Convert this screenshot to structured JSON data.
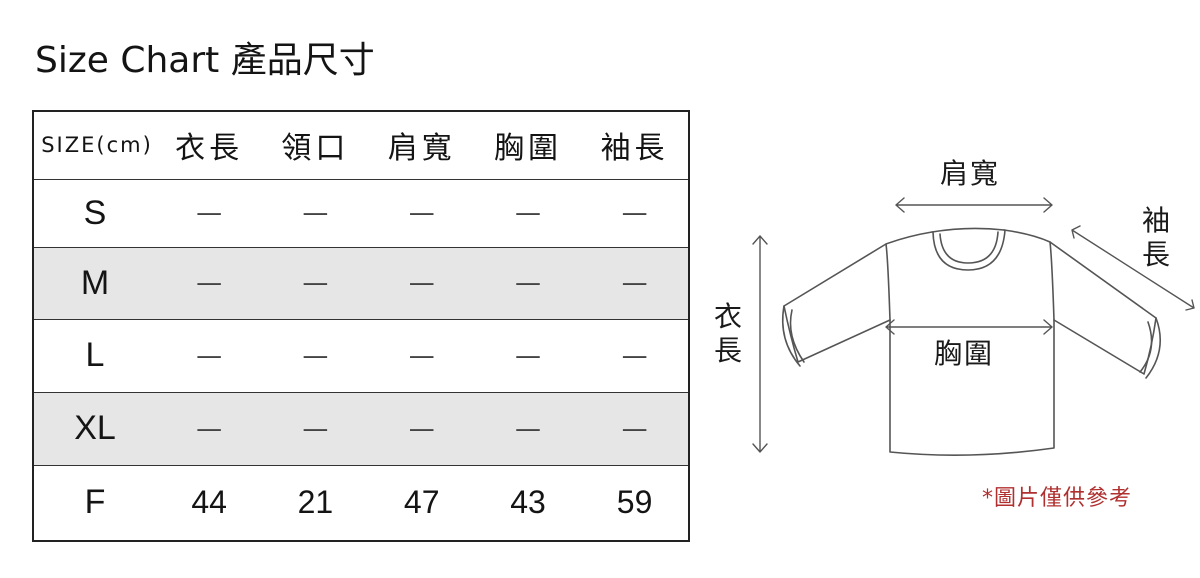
{
  "title": "Size Chart 產品尺寸",
  "table": {
    "headers": [
      "SIZE(cm)",
      "衣長",
      "領口",
      "肩寬",
      "胸圍",
      "袖長"
    ],
    "rows": [
      {
        "size": "S",
        "values": [
          "—",
          "—",
          "—",
          "—",
          "—"
        ]
      },
      {
        "size": "M",
        "values": [
          "—",
          "—",
          "—",
          "—",
          "—"
        ]
      },
      {
        "size": "L",
        "values": [
          "—",
          "—",
          "—",
          "—",
          "—"
        ]
      },
      {
        "size": "XL",
        "values": [
          "—",
          "—",
          "—",
          "—",
          "—"
        ]
      },
      {
        "size": "F",
        "values": [
          "44",
          "21",
          "47",
          "43",
          "59"
        ]
      }
    ]
  },
  "diagram": {
    "shoulder_label": "肩寬",
    "sleeve_label": "袖長",
    "length_label": "衣長",
    "chest_label": "胸圍"
  },
  "note": "*圖片僅供參考",
  "colors": {
    "line": "#555555",
    "shade": "#e6e6e6",
    "note": "#b03030"
  }
}
